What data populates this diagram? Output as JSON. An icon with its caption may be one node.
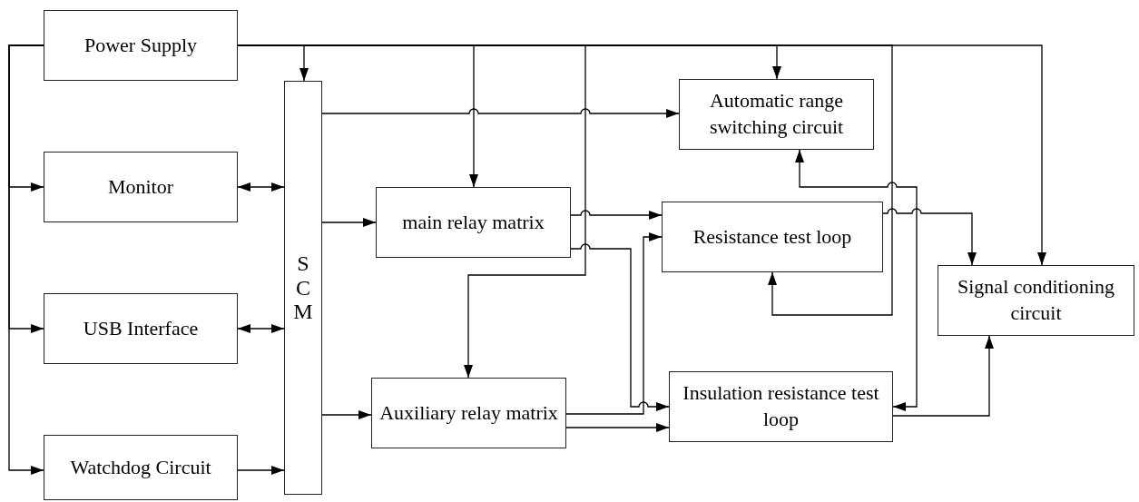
{
  "diagram": {
    "nodes": [
      {
        "text": [
          "Power Supply"
        ]
      },
      {
        "text": [
          "Monitor"
        ]
      },
      {
        "text": [
          "USB Interface"
        ]
      },
      {
        "text": [
          "Watchdog Circuit"
        ]
      },
      {
        "text": [
          "SCM"
        ]
      },
      {
        "text": [
          "Automatic range switching circuit"
        ]
      },
      {
        "text": [
          "main relay matrix"
        ]
      },
      {
        "text": [
          "Resistance test loop"
        ]
      },
      {
        "text": [
          "Signal conditioning circuit"
        ]
      },
      {
        "text": [
          "Auxiliary relay matrix"
        ]
      },
      {
        "text": [
          "Insulation resistance test loop"
        ]
      }
    ],
    "edges": [
      {
        "from": 0,
        "to": 4,
        "arrow": "to"
      },
      {
        "from": 0,
        "to": 1,
        "arrow": "to"
      },
      {
        "from": 0,
        "to": 2,
        "arrow": "to"
      },
      {
        "from": 0,
        "to": 3,
        "arrow": "to"
      },
      {
        "from": 0,
        "to": 6,
        "arrow": "to"
      },
      {
        "from": 0,
        "to": 9,
        "arrow": "to"
      },
      {
        "from": 0,
        "to": 5,
        "arrow": "to"
      },
      {
        "from": 0,
        "to": 7,
        "arrow": "to"
      },
      {
        "from": 0,
        "to": 8,
        "arrow": "to"
      },
      {
        "from": 1,
        "to": 4,
        "arrow": "both"
      },
      {
        "from": 2,
        "to": 4,
        "arrow": "both"
      },
      {
        "from": 3,
        "to": 4,
        "arrow": "to"
      },
      {
        "from": 4,
        "to": 5,
        "arrow": "to"
      },
      {
        "from": 4,
        "to": 6,
        "arrow": "to"
      },
      {
        "from": 4,
        "to": 9,
        "arrow": "to"
      },
      {
        "from": 6,
        "to": 7,
        "arrow": "to"
      },
      {
        "from": 6,
        "to": 10,
        "arrow": "to"
      },
      {
        "from": 9,
        "to": 7,
        "arrow": "to"
      },
      {
        "from": 9,
        "to": 10,
        "arrow": "to"
      },
      {
        "from": 5,
        "to": 10,
        "arrow": "both"
      },
      {
        "from": 7,
        "to": 8,
        "arrow": "to"
      },
      {
        "from": 10,
        "to": 8,
        "arrow": "to"
      }
    ]
  }
}
